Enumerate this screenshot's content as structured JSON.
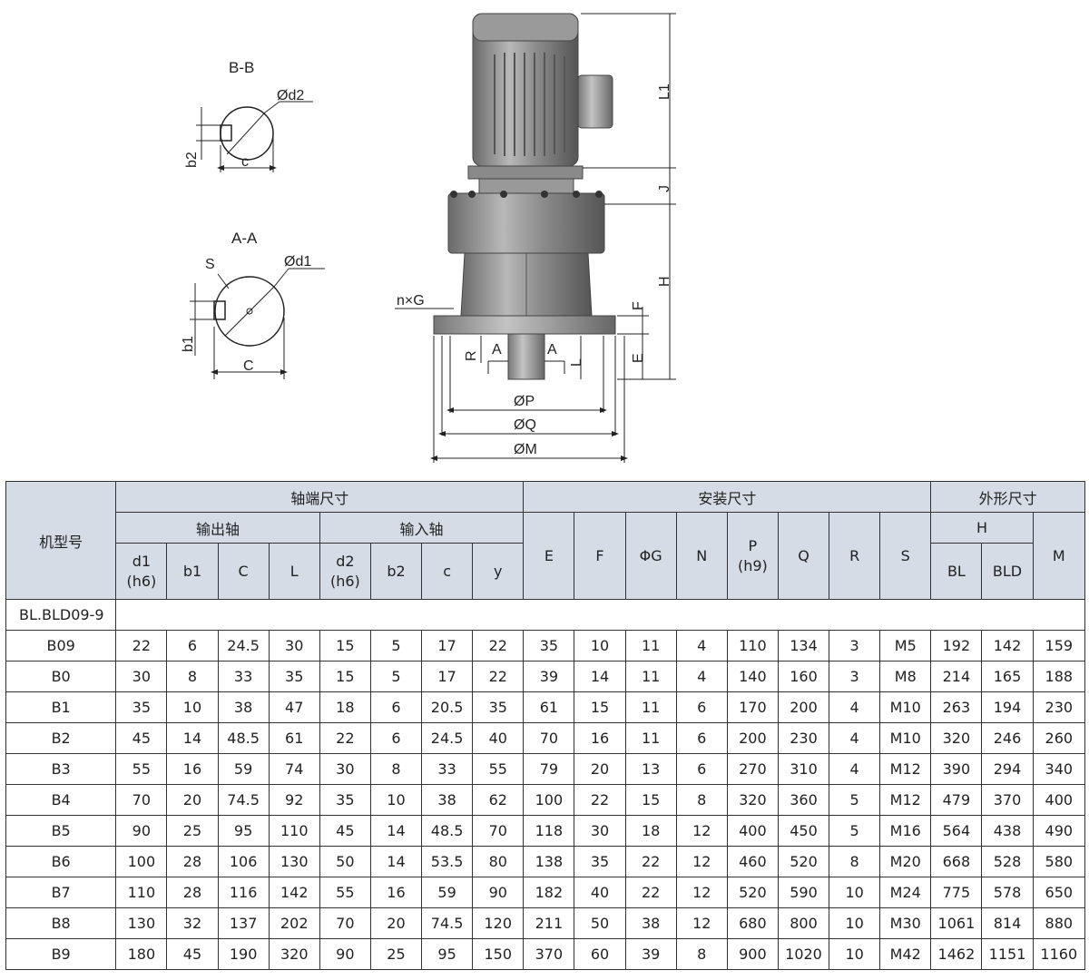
{
  "drawing": {
    "section_bb": {
      "title": "B-B",
      "d_label": "Ød2",
      "width_label": "c",
      "key_label": "b2"
    },
    "section_aa": {
      "title": "A-A",
      "d_label": "Ød1",
      "s_label": "S",
      "width_label": "C",
      "key_label": "b1"
    },
    "dims": {
      "L1": "L1",
      "J": "J",
      "H": "H",
      "F": "F",
      "E": "E",
      "nG": "n×G",
      "R": "R",
      "A_left": "A",
      "A_right": "A",
      "L": "L",
      "P": "ØP",
      "Q": "ØQ",
      "M": "ØM"
    }
  },
  "table": {
    "headers": {
      "model": "机型号",
      "shaft_group": "轴端尺寸",
      "install_group": "安装尺寸",
      "outline_group": "外形尺寸",
      "output_shaft": "输出轴",
      "input_shaft": "输入轴",
      "d1": "d1\n(h6)",
      "b1": "b1",
      "C": "C",
      "L": "L",
      "d2": "d2\n(h6)",
      "b2": "b2",
      "c": "c",
      "y": "y",
      "E": "E",
      "F": "F",
      "G": "ΦG",
      "N": "N",
      "P": "P\n(h9)",
      "Q": "Q",
      "R": "R",
      "S": "S",
      "H": "H",
      "BL": "BL",
      "BLD": "BLD",
      "M": "M"
    },
    "series_label": "BL.BLD09-9",
    "rows": [
      [
        "B09",
        "22",
        "6",
        "24.5",
        "30",
        "15",
        "5",
        "17",
        "22",
        "35",
        "10",
        "11",
        "4",
        "110",
        "134",
        "3",
        "M5",
        "192",
        "142",
        "159"
      ],
      [
        "B0",
        "30",
        "8",
        "33",
        "35",
        "15",
        "5",
        "17",
        "22",
        "39",
        "14",
        "11",
        "4",
        "140",
        "160",
        "3",
        "M8",
        "214",
        "165",
        "188"
      ],
      [
        "B1",
        "35",
        "10",
        "38",
        "47",
        "18",
        "6",
        "20.5",
        "35",
        "61",
        "15",
        "11",
        "6",
        "170",
        "200",
        "4",
        "M10",
        "263",
        "194",
        "230"
      ],
      [
        "B2",
        "45",
        "14",
        "48.5",
        "61",
        "22",
        "6",
        "24.5",
        "40",
        "70",
        "16",
        "11",
        "6",
        "200",
        "230",
        "4",
        "M10",
        "320",
        "246",
        "260"
      ],
      [
        "B3",
        "55",
        "16",
        "59",
        "74",
        "30",
        "8",
        "33",
        "55",
        "79",
        "20",
        "13",
        "6",
        "270",
        "310",
        "4",
        "M12",
        "390",
        "294",
        "340"
      ],
      [
        "B4",
        "70",
        "20",
        "74.5",
        "92",
        "35",
        "10",
        "38",
        "62",
        "100",
        "22",
        "15",
        "8",
        "320",
        "360",
        "5",
        "M12",
        "479",
        "370",
        "400"
      ],
      [
        "B5",
        "90",
        "25",
        "95",
        "110",
        "45",
        "14",
        "48.5",
        "70",
        "118",
        "30",
        "18",
        "12",
        "400",
        "450",
        "5",
        "M16",
        "564",
        "438",
        "490"
      ],
      [
        "B6",
        "100",
        "28",
        "106",
        "130",
        "50",
        "14",
        "53.5",
        "80",
        "138",
        "35",
        "22",
        "12",
        "460",
        "520",
        "8",
        "M20",
        "668",
        "528",
        "580"
      ],
      [
        "B7",
        "110",
        "28",
        "116",
        "142",
        "55",
        "16",
        "59",
        "90",
        "182",
        "40",
        "22",
        "12",
        "520",
        "590",
        "10",
        "M24",
        "775",
        "578",
        "650"
      ],
      [
        "B8",
        "130",
        "32",
        "137",
        "202",
        "70",
        "20",
        "74.5",
        "120",
        "211",
        "50",
        "38",
        "12",
        "680",
        "800",
        "10",
        "M30",
        "1061",
        "814",
        "880"
      ],
      [
        "B9",
        "180",
        "45",
        "190",
        "320",
        "90",
        "25",
        "95",
        "150",
        "370",
        "60",
        "39",
        "8",
        "900",
        "1020",
        "10",
        "M42",
        "1462",
        "1151",
        "1160"
      ]
    ]
  }
}
